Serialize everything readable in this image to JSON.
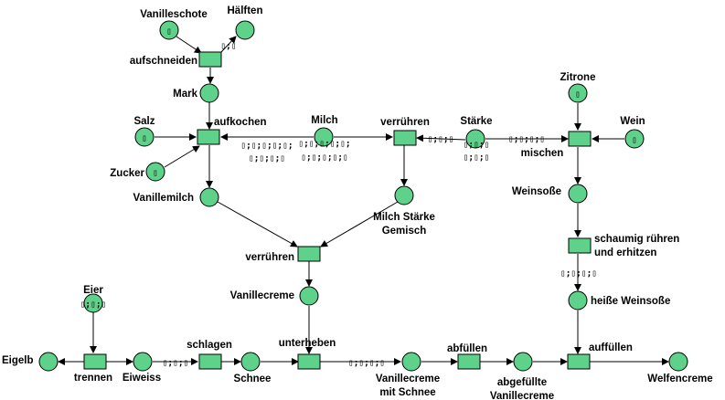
{
  "places": {
    "vanilleschote": "Vanilleschote",
    "haelften": "Hälften",
    "mark": "Mark",
    "salz": "Salz",
    "zucker": "Zucker",
    "vanillemilch": "Vanillemilch",
    "milch": "Milch",
    "milch_staerke_gemisch_1": "Milch Stärke",
    "milch_staerke_gemisch_2": "Gemisch",
    "staerke": "Stärke",
    "zitrone": "Zitrone",
    "wein": "Wein",
    "weinsosse": "Weinsoße",
    "vanillecreme": "Vanillecreme",
    "heisse_weinsosse": "heiße Weinsoße",
    "eier": "Eier",
    "eigelb": "Eigelb",
    "eiweiss": "Eiweiss",
    "schnee": "Schnee",
    "vanillecreme_mit_schnee_1": "Vanillecreme",
    "vanillecreme_mit_schnee_2": "mit Schnee",
    "abgefuellte_vanillecreme_1": "abgefüllte",
    "abgefuellte_vanillecreme_2": "Vanillecreme",
    "welfencreme": "Welfencreme"
  },
  "transitions": {
    "aufschneiden": "aufschneiden",
    "aufkochen": "aufkochen",
    "verruehren_top": "verrühren",
    "mischen": "mischen",
    "verruehren_mid": "verrühren",
    "schaumig_1": "schaumig rühren",
    "schaumig_2": "und erhitzen",
    "trennen": "trennen",
    "schlagen": "schlagen",
    "unterheben": "unterheben",
    "abfuellen": "abfüllen",
    "auffuellen": "auffüllen"
  },
  "tokens": {
    "vanilleschote": "▯",
    "haelften_arc": "▯;▯",
    "salz": "▯",
    "zucker": "▯",
    "aufkochen_milch_1": "▯;▯;▯;▯;▯;",
    "aufkochen_milch_2": "▯;▯;▯;▯",
    "milch_1": "▯;▯;▯;▯;▯;",
    "milch_2": "▯;▯;▯;▯;▯",
    "verruehren_staerke": "▯;▯;▯",
    "staerke_1": "▯;▯;▯",
    "staerke_2": "▯;▯;▯",
    "staerke_mischen": "▯;▯;▯;▯",
    "zitrone": "▯",
    "wein": "▯",
    "schaumig_heiss": "▯;▯;▯;▯",
    "eier": "▯;▯;▯",
    "eiweiss_schlagen": "▯;▯;▯",
    "unterheben_vms": "▯;▯;▯;▯"
  }
}
